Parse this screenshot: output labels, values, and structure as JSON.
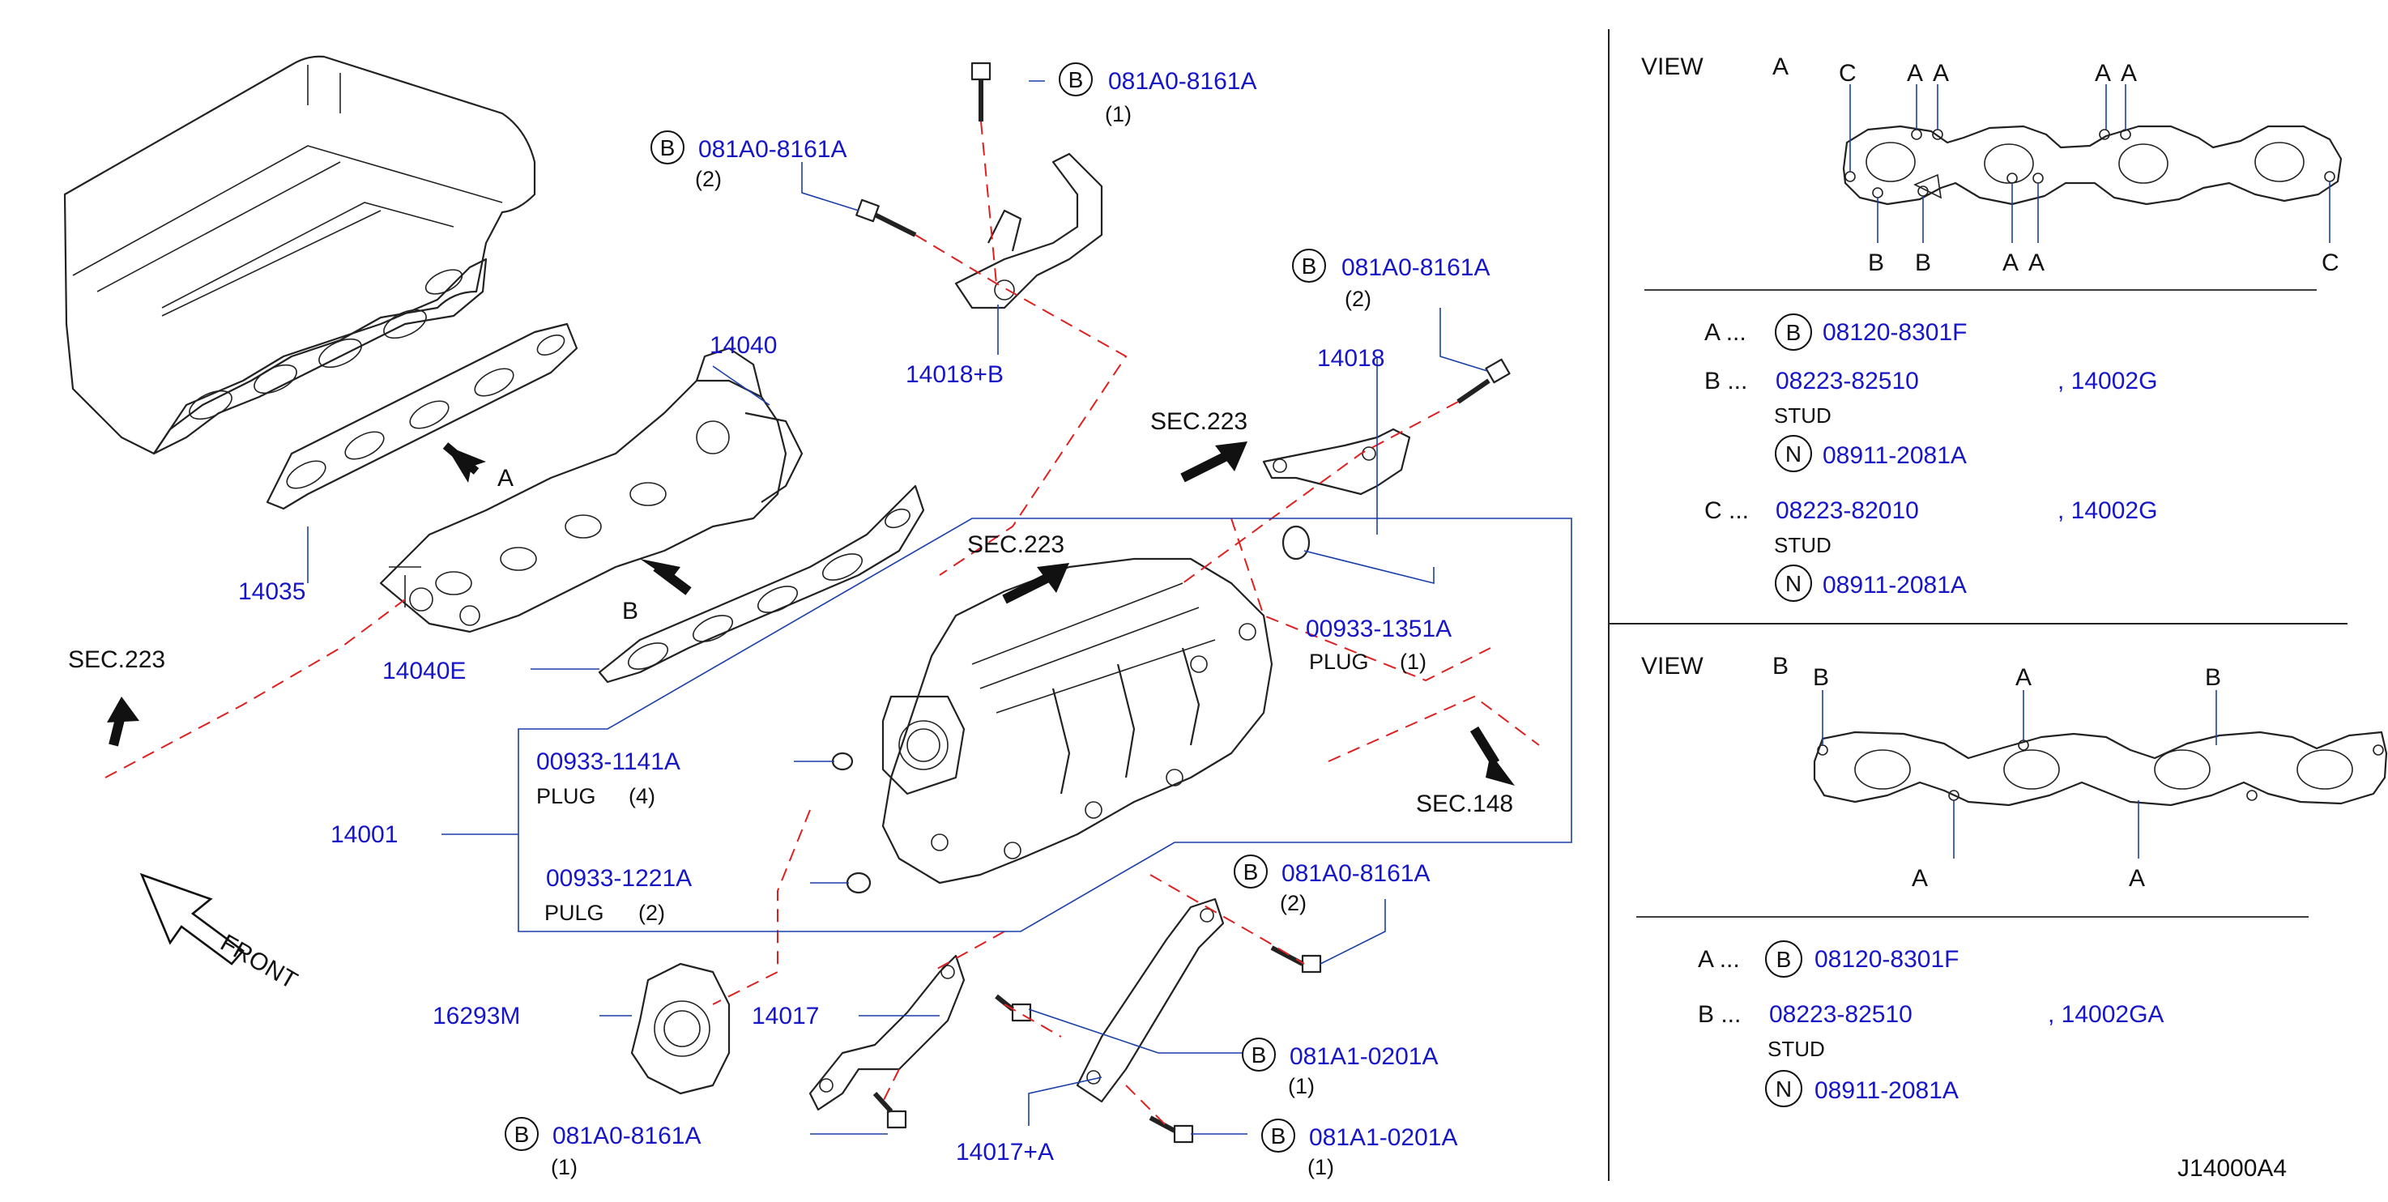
{
  "ui": {
    "text_color": "#111111",
    "part_color": "#1616c8",
    "leader_color": "#1a3fa8",
    "dash_color": "#e02020"
  },
  "main": {
    "bolt_top": {
      "badge": "B",
      "part_no": "081A0-8161A",
      "qty": "(1)"
    },
    "bolt_left": {
      "badge": "B",
      "part_no": "081A0-8161A",
      "qty": "(2)"
    },
    "bolt_right_top": {
      "badge": "B",
      "part_no": "081A0-8161A",
      "qty": "(2)"
    },
    "bolt_right_mid": {
      "badge": "B",
      "part_no": "081A0-8161A",
      "qty": "(2)"
    },
    "bolt_bottom_left": {
      "badge": "B",
      "part_no": "081A0-8161A",
      "qty": "(1)"
    },
    "bolt_bottom_mid": {
      "badge": "B",
      "part_no": "081A1-0201A",
      "qty": "(1)"
    },
    "bolt_bottom_right": {
      "badge": "B",
      "part_no": "081A1-0201A",
      "qty": "(1)"
    },
    "labels": {
      "p14040": "14040",
      "p14035": "14035",
      "p14040e": "14040E",
      "p14018b": "14018+B",
      "p14018": "14018",
      "p14001": "14001",
      "p16293m": "16293M",
      "p14017": "14017",
      "p14017a": "14017+A"
    },
    "plug_1351": {
      "part_no": "00933-1351A",
      "desc": "PLUG",
      "qty": "(1)"
    },
    "plug_1141": {
      "part_no": "00933-1141A",
      "desc": "PLUG",
      "qty": "(4)"
    },
    "plug_1221": {
      "part_no": "00933-1221A",
      "desc": "PULG",
      "qty": "(2)"
    },
    "sec_left": "SEC.223",
    "sec_top": "SEC.223",
    "sec_mid": "SEC.223",
    "sec_148": "SEC.148",
    "arrow_a": "A",
    "arrow_b": "B",
    "front": "FRONT"
  },
  "view_a": {
    "title": "VIEW",
    "letter": "A",
    "markers": {
      "c1": "C",
      "a1": "A",
      "a2": "A",
      "a3": "A",
      "a4": "A",
      "b1": "B",
      "b2": "B",
      "a5": "A",
      "a6": "A",
      "c2": "C"
    },
    "legend": {
      "a": {
        "key": "A ...",
        "badge": "B",
        "part_no": "08120-8301F"
      },
      "b": {
        "key": "B ...",
        "part_no": "08223-82510",
        "alt": ", 14002G",
        "sub": "STUD",
        "badge": "N",
        "nut": "08911-2081A"
      },
      "c": {
        "key": "C ...",
        "part_no": "08223-82010",
        "alt": ", 14002G",
        "sub": "STUD",
        "badge": "N",
        "nut": "08911-2081A"
      }
    }
  },
  "view_b": {
    "title": "VIEW",
    "letter": "B",
    "markers": {
      "b1": "B",
      "a1": "A",
      "b2": "B",
      "a2": "A",
      "a3": "A"
    },
    "legend": {
      "a": {
        "key": "A ...",
        "badge": "B",
        "part_no": "08120-8301F"
      },
      "b": {
        "key": "B ...",
        "part_no": "08223-82510",
        "alt": ", 14002GA",
        "sub": "STUD",
        "badge": "N",
        "nut": "08911-2081A"
      }
    }
  },
  "diagram_id": "J14000A4"
}
